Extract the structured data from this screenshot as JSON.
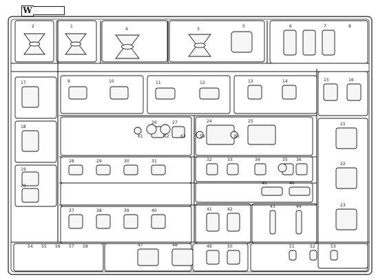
{
  "sprue": {
    "label": "W"
  },
  "colors": {
    "line": "#1a1a1a",
    "background": "#ffffff",
    "fill_light": "#f4f4f4"
  },
  "parts": {
    "numbers": [
      "2",
      "1",
      "4",
      "3",
      "5",
      "6",
      "7",
      "8",
      "9",
      "10",
      "11",
      "12",
      "13",
      "14",
      "15",
      "16",
      "17",
      "18",
      "19",
      "20",
      "21",
      "22",
      "23",
      "24",
      "25",
      "26",
      "27",
      "28",
      "29",
      "30",
      "31",
      "32",
      "33",
      "34",
      "35",
      "36",
      "37",
      "38",
      "39",
      "40",
      "41",
      "42",
      "43",
      "44",
      "45",
      "46",
      "47",
      "48",
      "49",
      "50",
      "51",
      "52",
      "53",
      "54",
      "55",
      "56",
      "57",
      "58",
      "59",
      "60",
      "61",
      "62",
      "63"
    ]
  }
}
